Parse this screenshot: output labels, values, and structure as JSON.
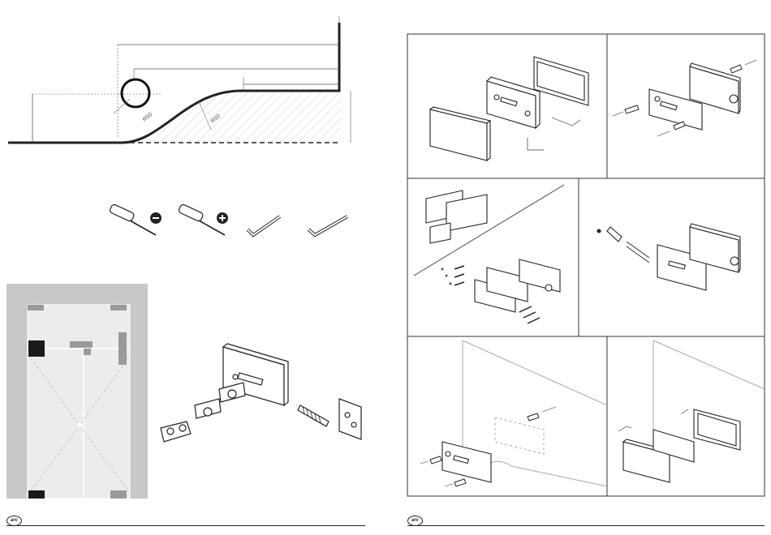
{
  "profile_diagram": {
    "radius_label_1": "R50",
    "radius_label_2": "R50"
  },
  "tools": {
    "items": [
      "flat-screwdriver",
      "phillips-screwdriver",
      "hex-key-small",
      "hex-key-large"
    ],
    "icons": [
      "minus-icon",
      "plus-icon"
    ]
  },
  "footer": {
    "logo_text": "arc"
  },
  "colors": {
    "line": "#222222",
    "door_bg": "#c8c8c8",
    "glass": "#ebebeb",
    "dark_block": "#1a1a1a",
    "grey_block": "#9a9a9a"
  }
}
